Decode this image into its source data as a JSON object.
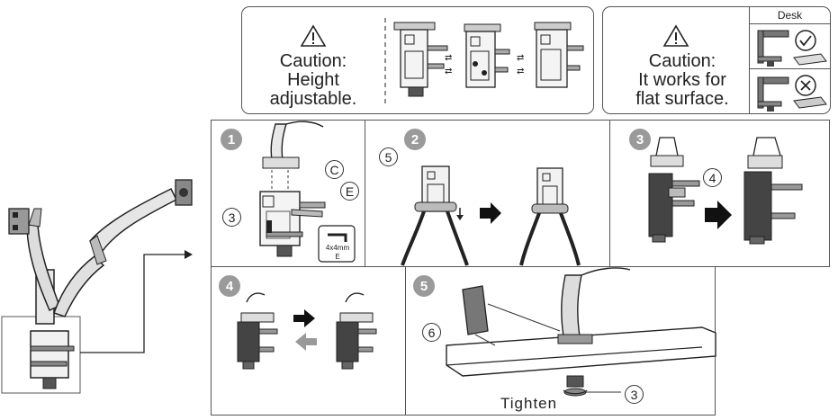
{
  "caution_height": {
    "lines": [
      "Caution:",
      "Height",
      "adjustable."
    ]
  },
  "caution_surface": {
    "lines": [
      "Caution:",
      "It works for",
      "flat surface."
    ],
    "desk_label": "Desk"
  },
  "steps": [
    {
      "number": "1",
      "labels": {
        "c": "C",
        "e": "E",
        "three": "3"
      },
      "tool_text": [
        "4x4mm",
        "E"
      ]
    },
    {
      "number": "2",
      "labels": {
        "five": "5"
      }
    },
    {
      "number": "3",
      "labels": {
        "four": "4"
      }
    },
    {
      "number": "4"
    },
    {
      "number": "5",
      "labels": {
        "six": "6",
        "three": "3"
      },
      "tighten": "Tighten"
    }
  ]
}
